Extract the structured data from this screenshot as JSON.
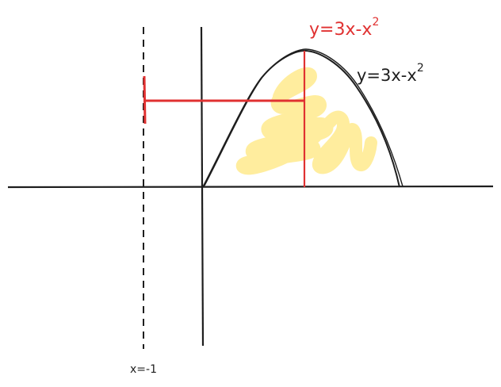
{
  "labels": {
    "red_curve": {
      "base": "y=3x-x",
      "exp": "2"
    },
    "black_curve": {
      "base": "y=3x-x",
      "exp": "2"
    },
    "dashed_line": "x=-1"
  },
  "colors": {
    "ink": "#1e1e1e",
    "red": "#e03131",
    "highlight": "#ffec99"
  }
}
